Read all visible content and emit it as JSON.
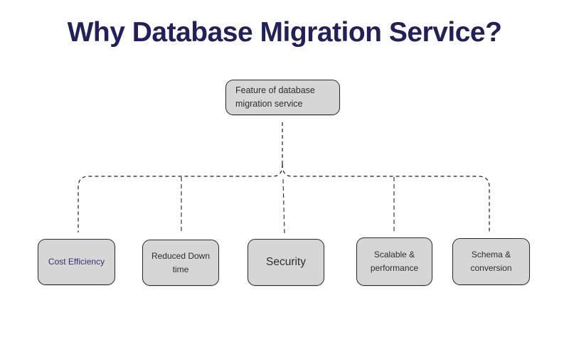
{
  "title": "Why Database Migration Service?",
  "theme": {
    "background": "#ffffff",
    "title_color": "#221f5f",
    "node_fill": "#d6d6d6",
    "node_border": "#2b2b2b",
    "node_text_color": "#2e2e2e",
    "highlight_text_color": "#34316f",
    "connector_color": "#1c1c1c"
  },
  "diagram": {
    "root": {
      "id": "feature-of-database-migration-service",
      "label": "Feature of database migration service"
    },
    "children": [
      {
        "id": "cost-efficiency",
        "label": "Cost Efficiency",
        "highlighted": true
      },
      {
        "id": "reduced-down-time",
        "label": "Reduced Down time",
        "highlighted": false
      },
      {
        "id": "security",
        "label": "Security",
        "highlighted": false
      },
      {
        "id": "scalable-performance",
        "label": "Scalable & performance",
        "highlighted": false
      },
      {
        "id": "schema-conversion",
        "label": "Schema & conversion",
        "highlighted": false
      }
    ],
    "connector_style": "dashed",
    "arrow_directions": {
      "root": "up",
      "children": "down"
    }
  }
}
